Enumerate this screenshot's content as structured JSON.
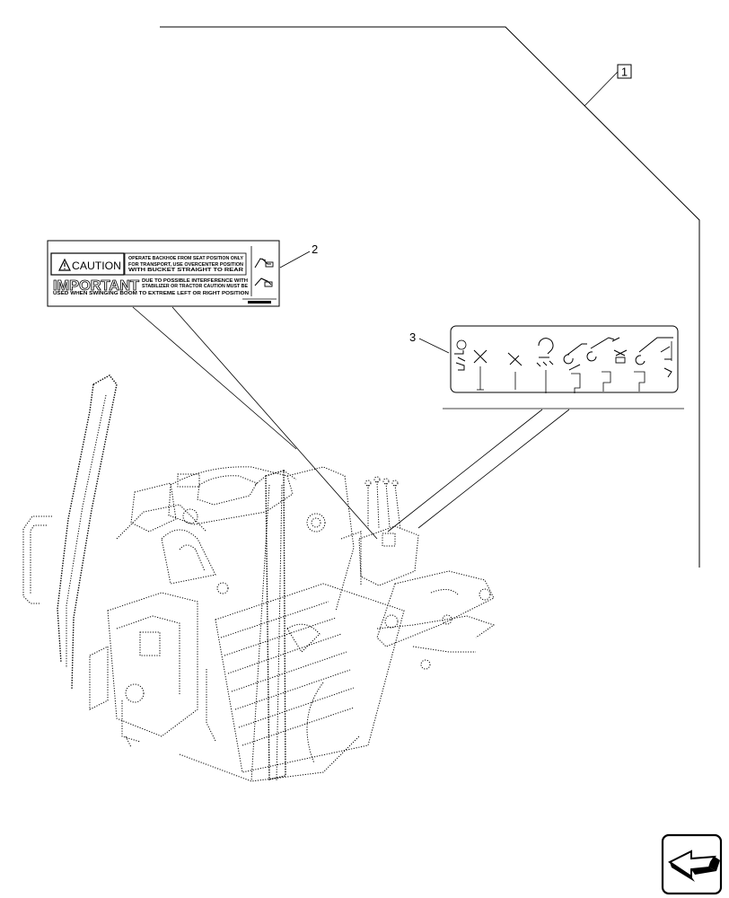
{
  "callouts": {
    "item1": "1",
    "item2": "2",
    "item3": "3"
  },
  "decal2": {
    "caution_word": "CAUTION",
    "caution_line1": "OPERATE BACKHOE FROM SEAT POSITION ONLY",
    "caution_line2": "FOR TRANSPORT, USE OVERCENTER POSITION",
    "caution_line3": "WITH BUCKET STRAIGHT TO REAR",
    "important_word": "IMPORTANT",
    "important_line1": "DUE TO POSSIBLE INTERFERENCE WITH",
    "important_line2": "STABILIZER OR TRACTOR CAUTION MUST BE",
    "important_line3": "USED WHEN SWINGING BOOM TO EXTREME LEFT OR RIGHT POSITION"
  },
  "icons": {
    "warning": "warning-triangle-icon",
    "navigation": "corner-arrow-navigation-icon"
  }
}
